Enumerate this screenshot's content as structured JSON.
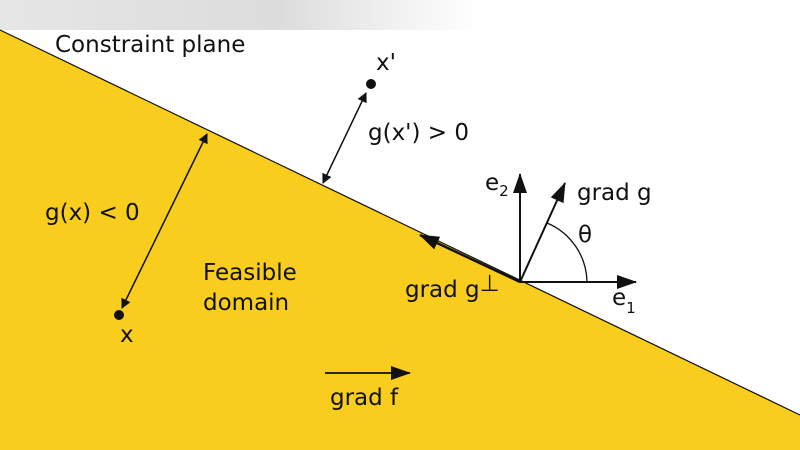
{
  "colors": {
    "feasible": "#f8cd1e",
    "line": "#111111",
    "background": "#ffffff"
  },
  "labels": {
    "constraint_plane": "Constraint plane",
    "x_prime": "x'",
    "g_x_prime": "g(x') > 0",
    "g_x": "g(x) < 0",
    "x": "x",
    "feasible_line1": "Feasible",
    "feasible_line2": "domain",
    "grad_f": "grad f",
    "e2_base": "e",
    "e2_sub": "2",
    "e1_base": "e",
    "e1_sub": "1",
    "grad_g": "grad g",
    "theta": "θ",
    "grad_g_perp": "grad g",
    "perp_symbol": "⊥"
  }
}
